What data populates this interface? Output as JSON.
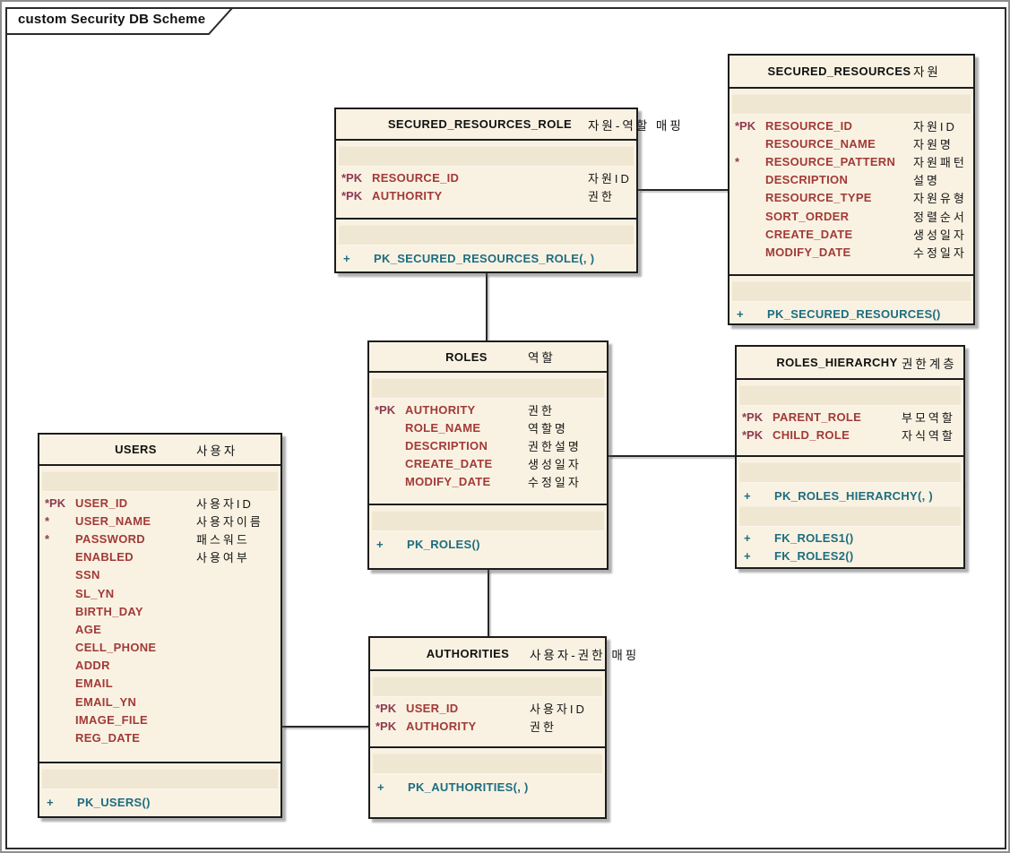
{
  "frame": {
    "title": "custom Security DB Scheme"
  },
  "colors": {
    "entity_fill": "#f9f2e2",
    "compartment_strip": "#f0e7d2",
    "column_text": "#a23a38",
    "pk_marker_text": "#8e3a50",
    "operation_text": "#1d6d80",
    "korean_label_text": "#141414",
    "entity_border": "#1c1c1c",
    "canvas_background": "#ffffff"
  },
  "entities": {
    "secured_resources_role": {
      "name": "SECURED_RESOURCES_ROLE",
      "label": "자원-역할 매핑",
      "attrs": [
        {
          "marker": "*PK",
          "name": "RESOURCE_ID",
          "label": "자원ID"
        },
        {
          "marker": "*PK",
          "name": "AUTHORITY",
          "label": "권한"
        }
      ],
      "ops": [
        {
          "marker": "+",
          "name": "PK_SECURED_RESOURCES_ROLE(, )"
        }
      ]
    },
    "secured_resources": {
      "name": "SECURED_RESOURCES",
      "label": "자원",
      "attrs": [
        {
          "marker": "*PK",
          "name": "RESOURCE_ID",
          "label": "자원ID"
        },
        {
          "marker": "",
          "name": "RESOURCE_NAME",
          "label": "자원명"
        },
        {
          "marker": "*",
          "name": "RESOURCE_PATTERN",
          "label": "자원패턴"
        },
        {
          "marker": "",
          "name": "DESCRIPTION",
          "label": "설명"
        },
        {
          "marker": "",
          "name": "RESOURCE_TYPE",
          "label": "자원유형"
        },
        {
          "marker": "",
          "name": "SORT_ORDER",
          "label": "정렬순서"
        },
        {
          "marker": "",
          "name": "CREATE_DATE",
          "label": "생성일자"
        },
        {
          "marker": "",
          "name": "MODIFY_DATE",
          "label": "수정일자"
        }
      ],
      "ops": [
        {
          "marker": "+",
          "name": "PK_SECURED_RESOURCES()"
        }
      ]
    },
    "roles": {
      "name": "ROLES",
      "label": "역할",
      "attrs": [
        {
          "marker": "*PK",
          "name": "AUTHORITY",
          "label": "권한"
        },
        {
          "marker": "",
          "name": "ROLE_NAME",
          "label": "역할명"
        },
        {
          "marker": "",
          "name": "DESCRIPTION",
          "label": "권한설명"
        },
        {
          "marker": "",
          "name": "CREATE_DATE",
          "label": "생성일자"
        },
        {
          "marker": "",
          "name": "MODIFY_DATE",
          "label": "수정일자"
        }
      ],
      "ops": [
        {
          "marker": "+",
          "name": "PK_ROLES()"
        }
      ]
    },
    "roles_hierarchy": {
      "name": "ROLES_HIERARCHY",
      "label": "권한계층",
      "attrs": [
        {
          "marker": "*PK",
          "name": "PARENT_ROLE",
          "label": "부모역할"
        },
        {
          "marker": "*PK",
          "name": "CHILD_ROLE",
          "label": "자식역할"
        }
      ],
      "ops": [
        {
          "marker": "+",
          "name": "PK_ROLES_HIERARCHY(, )"
        }
      ],
      "ops2": [
        {
          "marker": "+",
          "name": "FK_ROLES1()"
        },
        {
          "marker": "+",
          "name": "FK_ROLES2()"
        }
      ]
    },
    "users": {
      "name": "USERS",
      "label": "사용자",
      "attrs": [
        {
          "marker": "*PK",
          "name": "USER_ID",
          "label": "사용자ID"
        },
        {
          "marker": "*",
          "name": "USER_NAME",
          "label": "사용자이름"
        },
        {
          "marker": "*",
          "name": "PASSWORD",
          "label": "패스워드"
        },
        {
          "marker": "",
          "name": "ENABLED",
          "label": "사용여부"
        },
        {
          "marker": "",
          "name": "SSN",
          "label": ""
        },
        {
          "marker": "",
          "name": "SL_YN",
          "label": ""
        },
        {
          "marker": "",
          "name": "BIRTH_DAY",
          "label": ""
        },
        {
          "marker": "",
          "name": "AGE",
          "label": ""
        },
        {
          "marker": "",
          "name": "CELL_PHONE",
          "label": ""
        },
        {
          "marker": "",
          "name": "ADDR",
          "label": ""
        },
        {
          "marker": "",
          "name": "EMAIL",
          "label": ""
        },
        {
          "marker": "",
          "name": "EMAIL_YN",
          "label": ""
        },
        {
          "marker": "",
          "name": "IMAGE_FILE",
          "label": ""
        },
        {
          "marker": "",
          "name": "REG_DATE",
          "label": ""
        }
      ],
      "ops": [
        {
          "marker": "+",
          "name": "PK_USERS()"
        }
      ]
    },
    "authorities": {
      "name": "AUTHORITIES",
      "label": "사용자-권한 매핑",
      "attrs": [
        {
          "marker": "*PK",
          "name": "USER_ID",
          "label": "사용자ID"
        },
        {
          "marker": "*PK",
          "name": "AUTHORITY",
          "label": "권한"
        }
      ],
      "ops": [
        {
          "marker": "+",
          "name": "PK_AUTHORITIES(, )"
        }
      ]
    }
  }
}
